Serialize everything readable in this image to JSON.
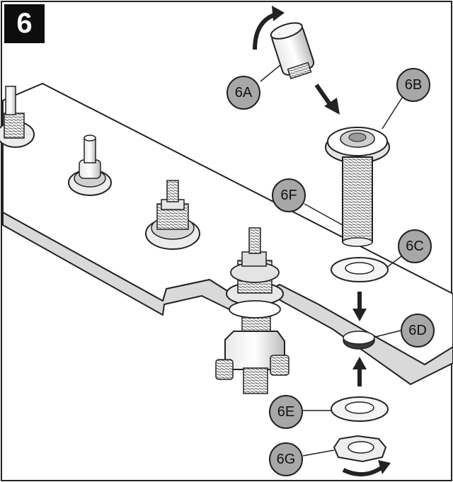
{
  "step": {
    "number": "6"
  },
  "callouts": {
    "a": "6A",
    "b": "6B",
    "c": "6C",
    "d": "6D",
    "e": "6E",
    "f": "6F",
    "g": "6G"
  },
  "colors": {
    "badge_bg": "#0d0d0d",
    "callout_fill": "#a7a7a7",
    "outline": "#222222",
    "deck_side": "#d9d9d9"
  },
  "icons": [
    "rotate-arrow-icon",
    "down-arrow-icon",
    "up-arrow-icon"
  ]
}
